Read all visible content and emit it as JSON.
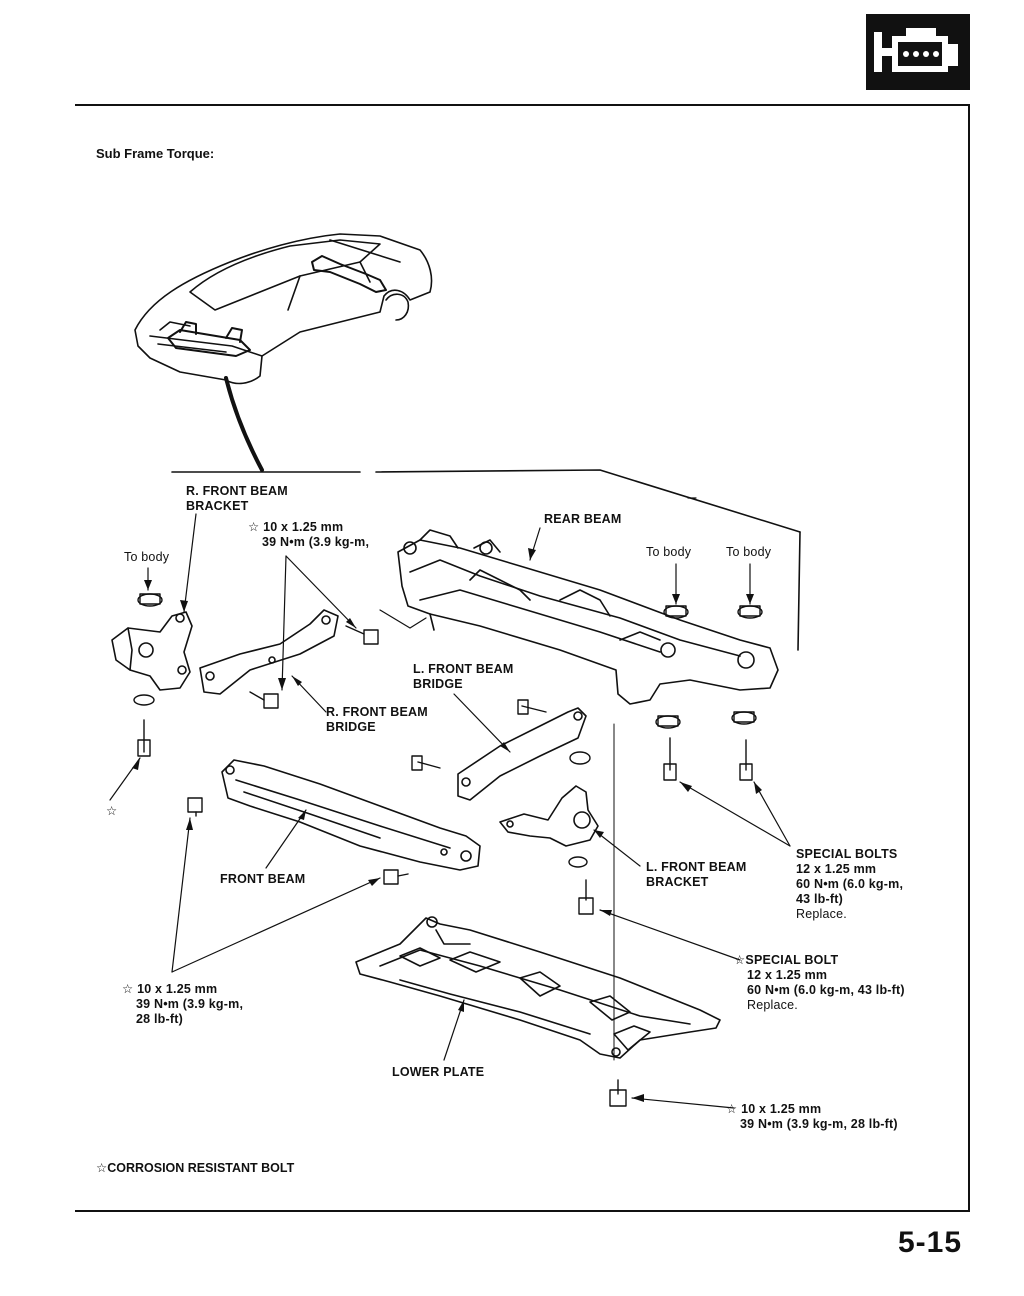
{
  "header": {
    "section_icon": "engine-icon",
    "title": "Sub Frame Torque:"
  },
  "labels": {
    "r_front_beam_bracket": [
      "R. FRONT BEAM",
      "BRACKET"
    ],
    "rear_beam": "REAR BEAM",
    "to_body_left": "To body",
    "to_body_mid": "To body",
    "to_body_right": "To body",
    "bolt_top": {
      "size": "☆ 10 x 1.25 mm",
      "torque": "39 N•m (3.9 kg-m,"
    },
    "l_front_beam_bridge": [
      "L. FRONT BEAM",
      "BRIDGE"
    ],
    "r_front_beam_bridge": [
      "R. FRONT BEAM",
      "BRIDGE"
    ],
    "star_left": "☆",
    "front_beam": "FRONT BEAM",
    "l_front_beam_bracket": [
      "L. FRONT BEAM",
      "BRACKET"
    ],
    "special_bolts": {
      "name": "SPECIAL BOLTS",
      "size": "12 x 1.25 mm",
      "torque1": "60 N•m (6.0 kg-m,",
      "torque2": "43 lb-ft)",
      "note": "Replace."
    },
    "special_bolt": {
      "name": "☆SPECIAL BOLT",
      "size": "12 x 1.25 mm",
      "torque": "60 N•m (6.0 kg-m, 43 lb-ft)",
      "note": "Replace."
    },
    "bolt_left_bottom": {
      "size": "☆ 10 x 1.25 mm",
      "torque1": "39 N•m (3.9 kg-m,",
      "torque2": "28 lb-ft)"
    },
    "lower_plate": "LOWER PLATE",
    "bolt_bottom": {
      "size": "☆ 10 x 1.25 mm",
      "torque": "39 N•m (3.9 kg-m, 28 lb-ft)"
    }
  },
  "footnote": "☆CORROSION RESISTANT BOLT",
  "page_number": "5-15"
}
